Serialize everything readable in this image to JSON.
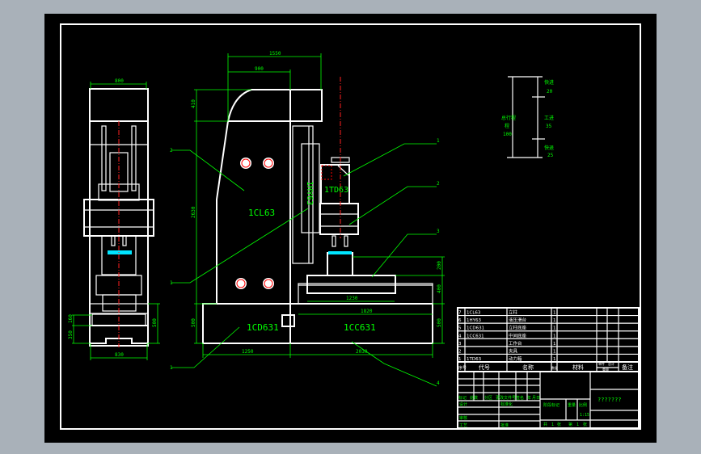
{
  "colors": {
    "background": "#a9b1b9",
    "sheet": "#000000",
    "lines": "#ffffff",
    "dimensions": "#00ff00",
    "centerline": "#ff2020",
    "fixture": "#00e5ff"
  },
  "main_view": {
    "labels": {
      "column": "1CL63",
      "slide": "1HY63",
      "head": "1TD63",
      "base_left": "1CD631",
      "base_right": "1CC631"
    },
    "dimensions": {
      "top_width": "1550",
      "arm_width": "900",
      "arm_height": "410",
      "column_height": "2630",
      "base_height_left": "500",
      "base_left_len": "1250",
      "base_right_len": "2030",
      "table_len": "1230",
      "table_base_len": "1820",
      "fixture_h": "200",
      "table_h": "400",
      "base_height_right": "500"
    },
    "balloons": [
      "1",
      "2",
      "3",
      "4",
      "1",
      "2",
      "1"
    ]
  },
  "side_view": {
    "dimensions": {
      "top_width": "800",
      "bottom_width": "830",
      "d1": "160",
      "d2": "350",
      "right_h": "500"
    }
  },
  "stroke_diagram": {
    "left_label": "总行程",
    "left_label2": "程",
    "total": "100",
    "seg1_label": "快进",
    "seg1": "20",
    "seg2_label": "工进",
    "seg2": "35",
    "seg3_label": "快退",
    "seg3": "25"
  },
  "bom": {
    "rows": [
      {
        "no": "7",
        "code": "1CL63",
        "name": "立柱",
        "qty": "1"
      },
      {
        "no": "6",
        "code": "1HY63",
        "name": "液压滑台",
        "qty": "1"
      },
      {
        "no": "5",
        "code": "1CD631",
        "name": "立柱底座",
        "qty": "1"
      },
      {
        "no": "4",
        "code": "1CC631",
        "name": "中间底座",
        "qty": "1"
      },
      {
        "no": "3",
        "code": "",
        "name": "工作台",
        "qty": "1"
      },
      {
        "no": "2",
        "code": "",
        "name": "夹具",
        "qty": "1"
      },
      {
        "no": "1",
        "code": "1TD63",
        "name": "动力箱",
        "qty": "1"
      }
    ],
    "headers": {
      "no": "序号",
      "code": "代号",
      "name": "名称",
      "qty": "数量",
      "material": "材料",
      "weight1": "单件",
      "weight2": "总计",
      "weight3": "重量",
      "remark": "备注"
    }
  },
  "title_block": {
    "row_labels": [
      "标记",
      "处数",
      "分区",
      "更改文件号",
      "签名",
      "年",
      "月",
      "日"
    ],
    "design": "设计",
    "std": "标准化",
    "review": "审核",
    "process": "工艺",
    "approve": "批准",
    "stage": "阶段标记",
    "weight": "重量",
    "scale_label": "比例",
    "scale": "1:15",
    "sheet_info": [
      "共",
      "1",
      "张",
      "第",
      "1",
      "张"
    ],
    "drawing_title": "???????"
  }
}
